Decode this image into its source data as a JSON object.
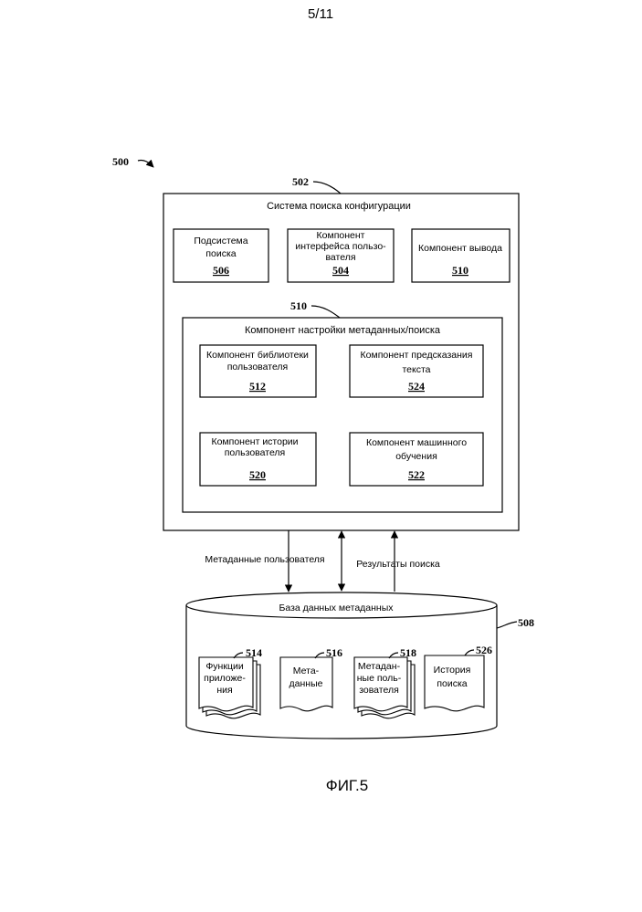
{
  "page_number": "5/11",
  "figure_ref": "500",
  "figure_caption": "ФИГ.5",
  "system": {
    "ref": "502",
    "title": "Система поиска конфигурации",
    "search_subsystem": {
      "line1": "Подсистема",
      "line2": "поиска",
      "ref": "506"
    },
    "ui_component": {
      "line1": "Компонент",
      "line2": "интерфейса пользо-",
      "line3": "вателя",
      "ref": "504"
    },
    "output_component": {
      "line1": "Компонент вывода",
      "ref": "510"
    }
  },
  "tuning": {
    "ref": "510",
    "title": "Компонент настройки метаданных/поиска",
    "library": {
      "line1": "Компонент библиотеки",
      "line2": "пользователя",
      "ref": "512"
    },
    "prediction": {
      "line1": "Компонент предсказания",
      "line2": "текста",
      "ref": "524"
    },
    "history": {
      "line1": "Компонент истории",
      "line2": "пользователя",
      "ref": "520"
    },
    "ml": {
      "line1": "Компонент машинного",
      "line2": "обучения",
      "ref": "522"
    }
  },
  "flows": {
    "user_metadata": "Метаданные пользователя",
    "search_results": "Результаты поиска"
  },
  "database": {
    "ref": "508",
    "title": "База данных метаданных",
    "docs": {
      "app_functions": {
        "line1": "Функции",
        "line2": "приложе-",
        "line3": "ния",
        "ref": "514"
      },
      "metadata": {
        "line1": "Мета-",
        "line2": "данные",
        "ref": "516"
      },
      "user_metadata": {
        "line1": "Метадан-",
        "line2": "ные поль-",
        "line3": "зователя",
        "ref": "518"
      },
      "search_history": {
        "line1": "История",
        "line2": "поиска",
        "ref": "526"
      }
    }
  }
}
